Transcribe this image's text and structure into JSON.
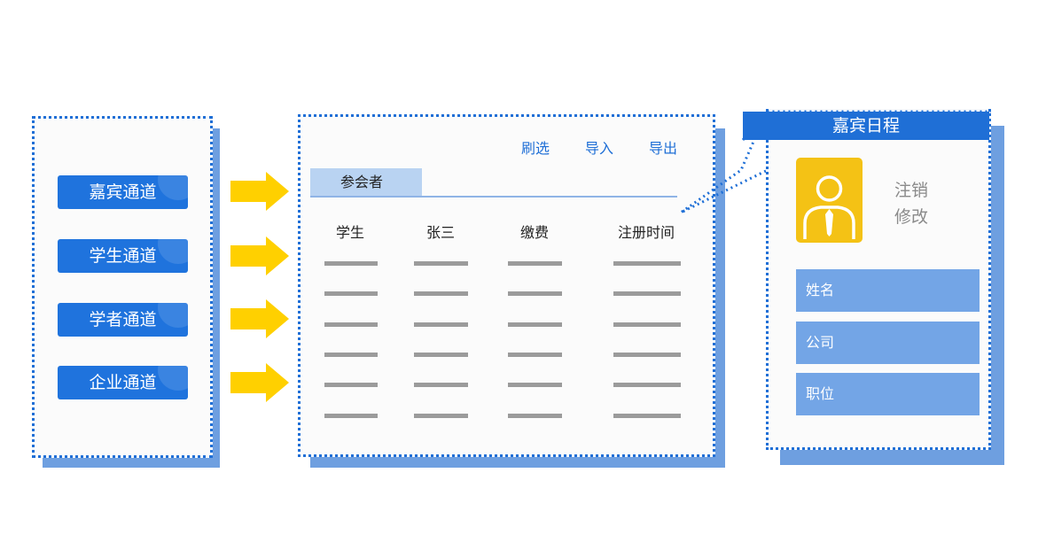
{
  "channels": [
    {
      "label": "嘉宾通道"
    },
    {
      "label": "学生通道"
    },
    {
      "label": "学者通道"
    },
    {
      "label": "企业通道"
    }
  ],
  "participants": {
    "actions": {
      "filter": "刷选",
      "import": "导入",
      "export": "导出"
    },
    "tab_label": "参会者",
    "columns": [
      "学生",
      "张三",
      "缴费",
      "注册时间"
    ]
  },
  "guest_card": {
    "title": "嘉宾日程",
    "avatar_icon": "person-tie-icon",
    "actions": {
      "logout": "注销",
      "edit": "修改"
    },
    "fields": [
      {
        "label": "姓名"
      },
      {
        "label": "公司"
      },
      {
        "label": "职位"
      }
    ]
  },
  "colors": {
    "accent": "#1f6fd6",
    "shadow": "#6e9fe0",
    "arrow": "#ffd000",
    "avatar": "#f4c215",
    "field": "#73a5e6",
    "tab": "#b9d3f2",
    "placeholder_bar": "#9b9b9b"
  }
}
